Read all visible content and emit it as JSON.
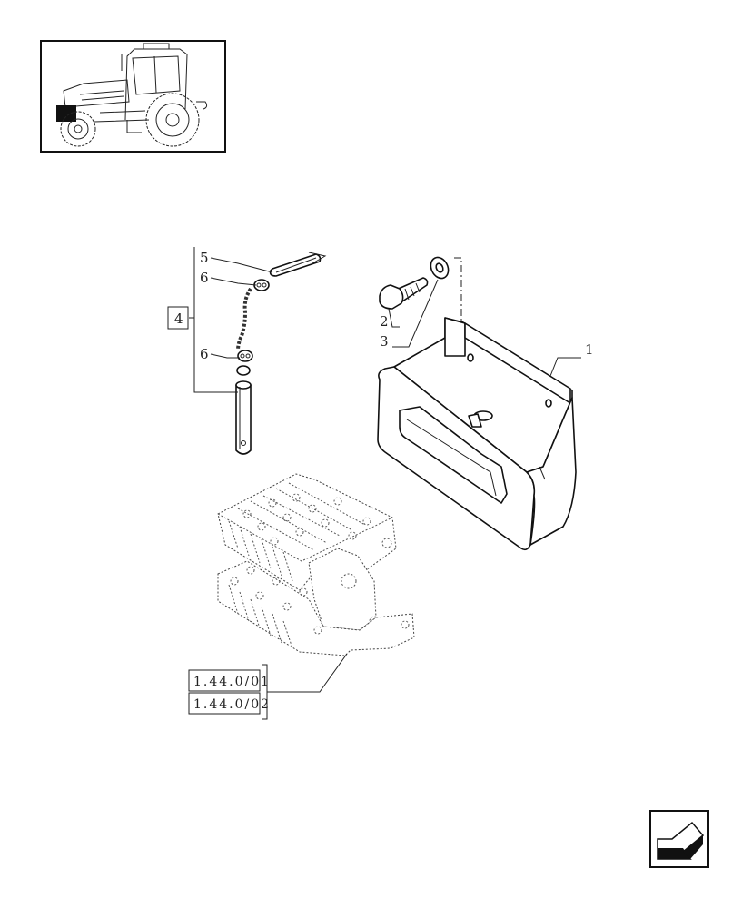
{
  "callouts": {
    "c1": "1",
    "c2": "2",
    "c3": "3",
    "c4": "4",
    "c5": "5",
    "c6a": "6",
    "c6b": "6"
  },
  "references": [
    "1.44.0/01",
    "1.44.0/02"
  ],
  "icons": {
    "thumbnail": "tractor-thumbnail-icon",
    "nav": "previous-page-arrow-icon"
  }
}
